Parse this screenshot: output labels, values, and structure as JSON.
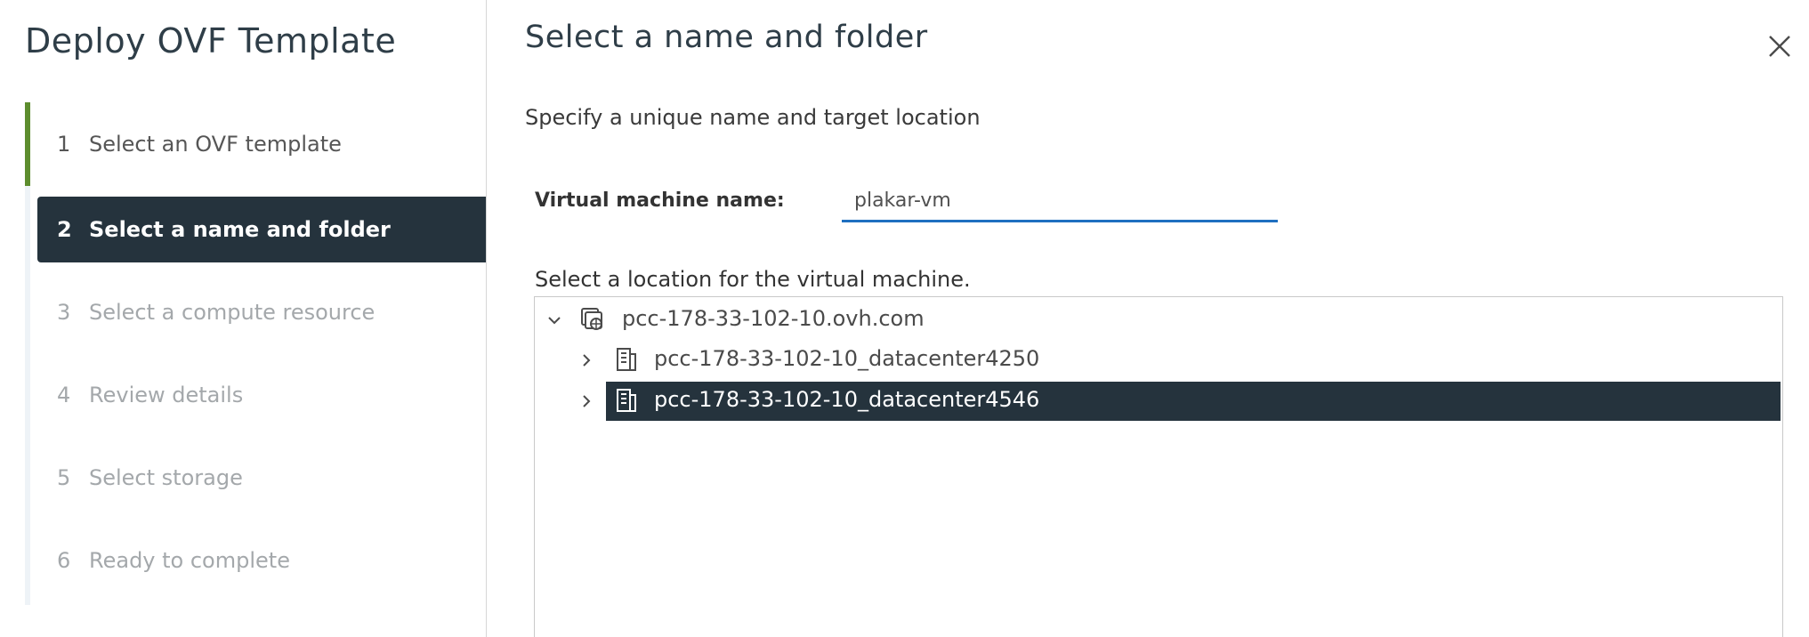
{
  "wizard": {
    "title": "Deploy OVF Template",
    "steps": [
      {
        "num": "1",
        "label": "Select an OVF template",
        "state": "done"
      },
      {
        "num": "2",
        "label": "Select a name and folder",
        "state": "active"
      },
      {
        "num": "3",
        "label": "Select a compute resource",
        "state": "pending"
      },
      {
        "num": "4",
        "label": "Review details",
        "state": "pending"
      },
      {
        "num": "5",
        "label": "Select storage",
        "state": "pending"
      },
      {
        "num": "6",
        "label": "Ready to complete",
        "state": "pending"
      }
    ]
  },
  "page": {
    "title": "Select a name and folder",
    "subtitle": "Specify a unique name and target location",
    "vm_name_label": "Virtual machine name:",
    "vm_name_value": "plakar-vm",
    "location_label": "Select a location for the virtual machine."
  },
  "tree": {
    "root": {
      "label": "pcc-178-33-102-10.ovh.com",
      "icon": "vcenter-icon",
      "expanded": true
    },
    "children": [
      {
        "label": "pcc-178-33-102-10_datacenter4250",
        "icon": "datacenter-icon",
        "selected": false
      },
      {
        "label": "pcc-178-33-102-10_datacenter4546",
        "icon": "datacenter-icon",
        "selected": true
      }
    ]
  },
  "colors": {
    "accent_blue": "#1f6fc0",
    "active_step_bg": "#25333d",
    "done_step_bar": "#5d8d2e",
    "selected_row_bg": "#25333d"
  }
}
